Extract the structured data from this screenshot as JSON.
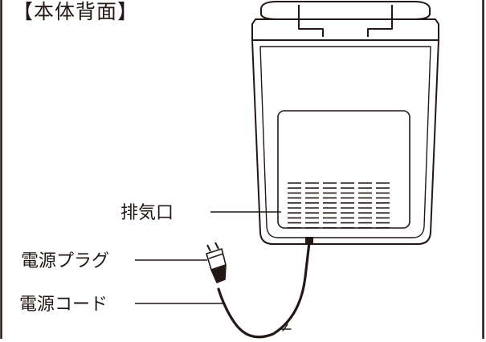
{
  "title": "【本体背面】",
  "callouts": {
    "exhaust": "排気口",
    "power_plug": "電源プラグ",
    "power_cord": "電源コード"
  },
  "colors": {
    "line": "#231815",
    "background": "#ffffff"
  }
}
